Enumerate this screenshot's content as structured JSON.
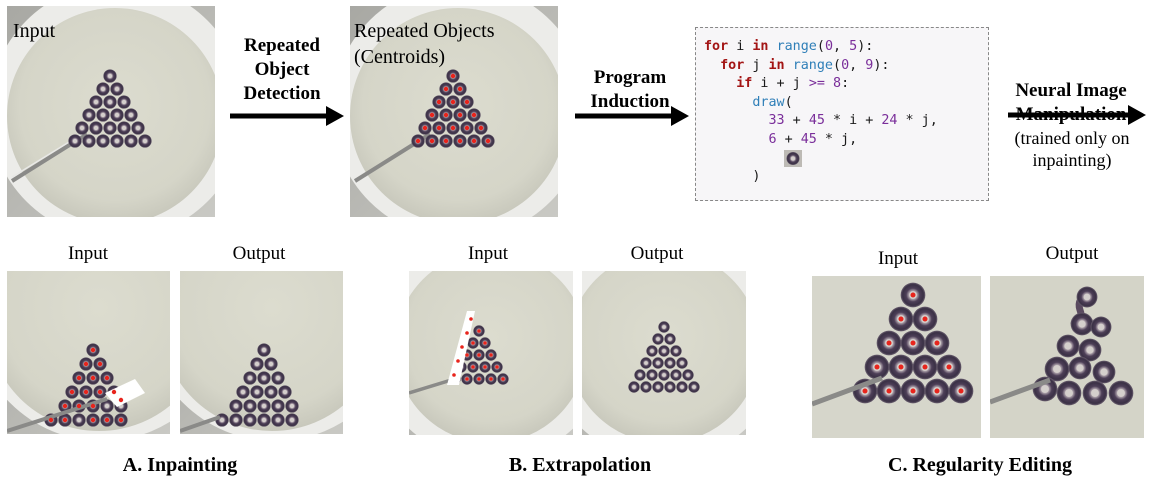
{
  "top": {
    "input_label": "Input",
    "step1": [
      "Repeated",
      "Object",
      "Detection"
    ],
    "centroids_label": [
      "Repeated Objects",
      "(Centroids)"
    ],
    "step2": [
      "Program",
      "Induction"
    ],
    "step3": [
      "Neural Image",
      "Manipulation"
    ],
    "step3_note": [
      "(trained only on",
      "inpainting)"
    ]
  },
  "code": {
    "line1": {
      "kw1": "for",
      "t1": " i ",
      "kw2": "in",
      "t2": " ",
      "fn": "range",
      "t3": "(",
      "n1": "0",
      "t4": ", ",
      "n2": "5",
      "t5": "):"
    },
    "line2": {
      "kw1": "for",
      "t1": " j ",
      "kw2": "in",
      "t2": " ",
      "fn": "range",
      "t3": "(",
      "n1": "0",
      "t4": ", ",
      "n2": "9",
      "t5": "):"
    },
    "line3": {
      "kw1": "if",
      "t1": " i + j ",
      "op": ">=",
      "t2": " ",
      "n1": "8",
      "t3": ":"
    },
    "line4": {
      "fn": "draw",
      "t1": "("
    },
    "line5": {
      "n1": "33",
      "t1": " + ",
      "n2": "45",
      "t2": " * i + ",
      "n3": "24",
      "t3": " * j,"
    },
    "line6": {
      "n1": "6",
      "t1": " + ",
      "n2": "45",
      "t2": " * j,"
    },
    "line8": {
      "t1": ")"
    }
  },
  "panels": {
    "a": {
      "input": "Input",
      "output": "Output",
      "caption": "A. Inpainting"
    },
    "b": {
      "input": "Input",
      "output": "Output",
      "caption": "B. Extrapolation"
    },
    "c": {
      "input": "Input",
      "output": "Output",
      "caption": "C. Regularity Editing"
    }
  },
  "colors": {
    "bowl": "#f2f2f0",
    "milk": "#d9d9cc",
    "cereal": "#4a3f55",
    "dot": "#e8241c",
    "arrow": "#000000"
  }
}
